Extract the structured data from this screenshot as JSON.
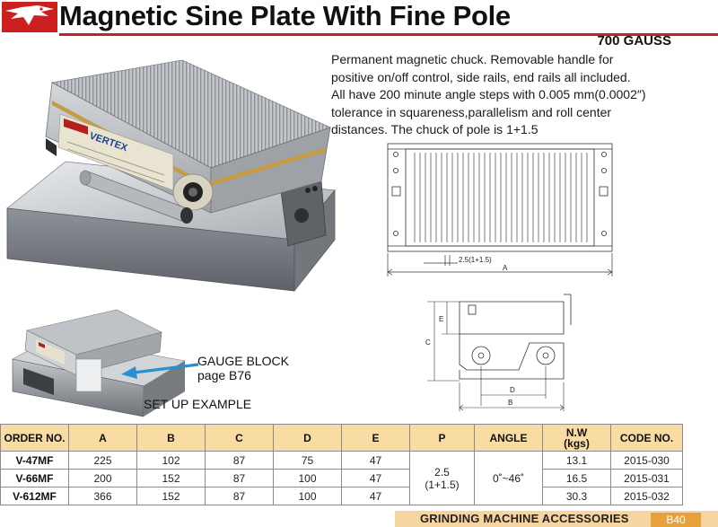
{
  "header": {
    "title": "Magnetic Sine Plate With Fine Pole",
    "gauss": "700 GAUSS"
  },
  "description": "Permanent magnetic chuck. Removable handle for positive on/off control, side rails, end rails all included. All have 200 minute angle steps with 0.005 mm(0.0002″) tolerance in squareness,parallelism and roll center distances. The chuck of pole is 1+1.5",
  "photos": {
    "brand_label": "VERTEX",
    "callout_line1": "GAUGE BLOCK",
    "callout_line2": "page B76",
    "setup_label": "SET UP EXAMPLE"
  },
  "drawings": {
    "pitch_label": "2.5(1+1.5)",
    "dim_a": "A",
    "dim_b": "B",
    "dim_c": "C",
    "dim_d": "D",
    "dim_e": "E"
  },
  "table": {
    "headers": [
      "ORDER NO.",
      "A",
      "B",
      "C",
      "D",
      "E",
      "P",
      "ANGLE",
      "N.W\n(kgs)",
      "CODE NO."
    ],
    "rows": [
      [
        "V-47MF",
        "225",
        "102",
        "87",
        "75",
        "47",
        "13.1",
        "2015-030"
      ],
      [
        "V-66MF",
        "200",
        "152",
        "87",
        "100",
        "47",
        "16.5",
        "2015-031"
      ],
      [
        "V-612MF",
        "366",
        "152",
        "87",
        "100",
        "47",
        "30.3",
        "2015-032"
      ]
    ],
    "merged_p": "2.5\n(1+1.5)",
    "merged_angle": "0˚~46˚"
  },
  "footer": {
    "section": "GRINDING MACHINE ACCESSORIES",
    "page": "B40"
  },
  "colors": {
    "brand_red": "#cc1f1f",
    "header_fill": "#f8dca4",
    "footer_fill": "#f6d5a0",
    "page_tab": "#e8a03a",
    "callout_arrow": "#2a8fd0"
  }
}
